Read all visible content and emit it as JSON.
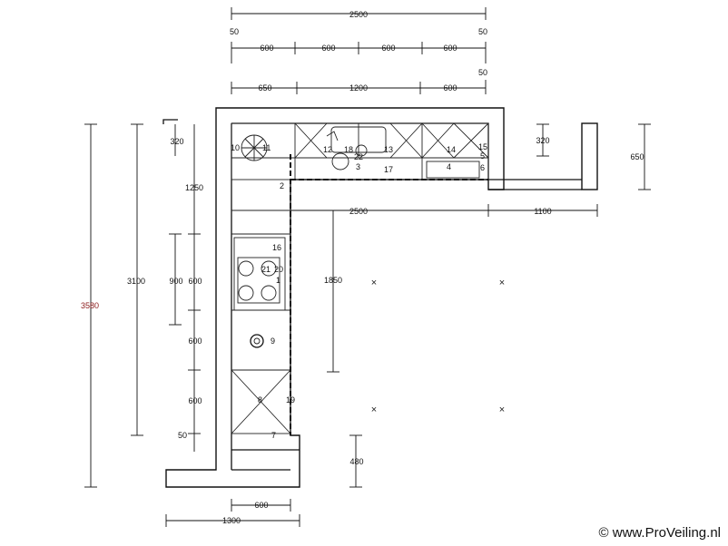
{
  "dimensions": {
    "top_total": "2500",
    "top_margin_left": "50",
    "top_margin_right": "50",
    "top_margin_right_b": "50",
    "top_row1": [
      "600",
      "600",
      "600",
      "600"
    ],
    "top_row2": [
      "650",
      "1200",
      "600"
    ],
    "mid_2500": "2500",
    "mid_1100": "1100",
    "left_320": "320",
    "left_1250": "1250",
    "left_900": "900",
    "left_600a": "600",
    "left_600b": "600",
    "left_600c": "600",
    "left_50": "50",
    "left_3100": "3100",
    "left_3580": "3580",
    "inner_1850": "1850",
    "right_320": "320",
    "right_650": "650",
    "bottom_480": "480",
    "bottom_600": "600",
    "bottom_1300": "1300"
  },
  "item_numbers": {
    "n1": "1",
    "n2": "2",
    "n3": "3",
    "n4": "4",
    "n5": "5",
    "n6": "6",
    "n7": "7",
    "n8": "8",
    "n9": "9",
    "n10": "10",
    "n11": "11",
    "n12": "12",
    "n13": "13",
    "n14": "14",
    "n15": "15",
    "n16": "16",
    "n17": "17",
    "n18": "18",
    "n19": "19",
    "n20": "20",
    "n21": "21",
    "n22": "22"
  },
  "watermark": "© www.ProVeiling.nl",
  "colors": {
    "line": "#111111",
    "accent_red": "#8b1a1a"
  }
}
